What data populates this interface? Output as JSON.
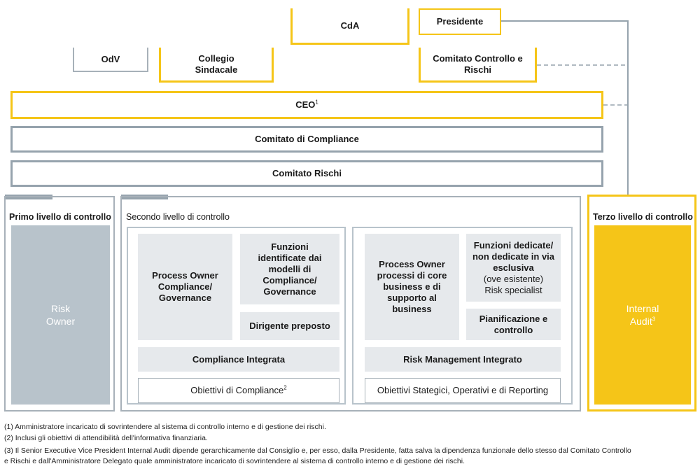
{
  "top": {
    "cda": "CdA",
    "presidente": "Presidente",
    "odv": "OdV",
    "collegio": "Collegio Sindacale",
    "comitato_controllo": "Comitato Controllo e Rischi",
    "ceo": "CEO",
    "ceo_note": "1",
    "comitato_compliance": "Comitato di Compliance",
    "comitato_rischi": "Comitato Rischi"
  },
  "primo": {
    "title": "Primo livello di controllo",
    "box": "Risk Owner"
  },
  "secondo": {
    "title": "Secondo livello di controllo",
    "left": {
      "process_owner": "Process Owner Compliance/ Governance",
      "funzioni": "Funzioni identificate dai modelli di Compliance/ Governance",
      "dirigente": "Dirigente preposto",
      "integrata": "Compliance Integrata",
      "obiettivi": "Obiettivi di Compliance",
      "obiettivi_note": "2"
    },
    "right": {
      "process_owner": "Process Owner processi di core business e di supporto al business",
      "funzioni_bold": "Funzioni dedicate/ non dedicate in via esclusiva",
      "funzioni_normal": "(ove esistente) Risk specialist",
      "pianificazione": "Pianificazione e controllo",
      "integrato": "Risk Management Integrato",
      "obiettivi": "Obiettivi Stategici, Operativi e di Reporting"
    }
  },
  "terzo": {
    "title": "Terzo livello di controllo",
    "box": "Internal Audit",
    "box_note": "3"
  },
  "footnotes": [
    "(1) Amministratore incaricato di sovrintendere al sistema di controllo interno e di gestione dei rischi.",
    "(2) Inclusi gli obiettivi di attendibilità dell'informativa finanziaria.",
    "(3) Il Senior Executive Vice President Internal Audit dipende gerarchicamente dal Consiglio e, per esso, dalla Presidente, fatta salva la dipendenza funzionale dello stesso dal Comitato Controllo",
    "e Rischi e dall'Amministratore Delegato quale amministratore incaricato di sovrintendere al sistema di controllo interno e di gestione dei rischi."
  ],
  "colors": {
    "yellow": "#f5c518",
    "gray": "#96a3ad",
    "box_gray": "#b8c3cb",
    "light": "#e6e9ec"
  }
}
